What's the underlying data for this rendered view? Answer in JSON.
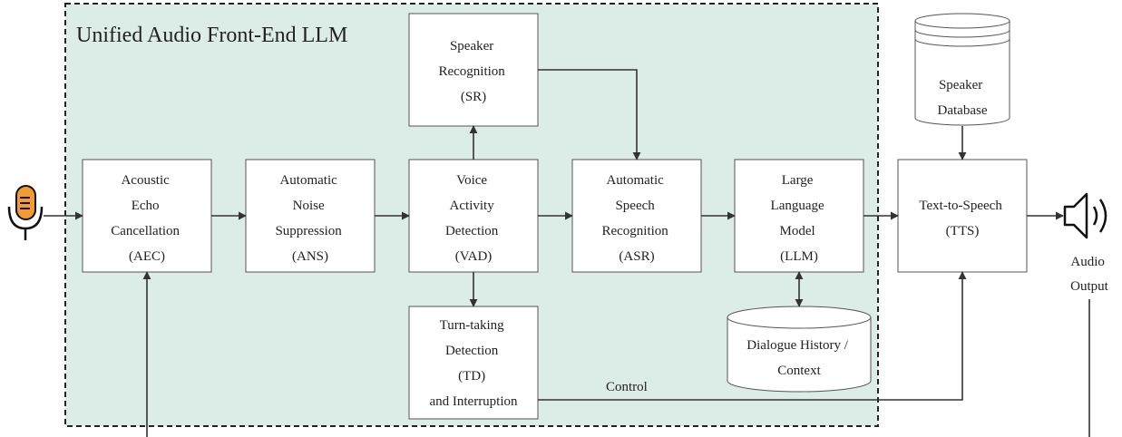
{
  "region": {
    "title": "Unified Audio Front-End LLM",
    "fill_color": "#dcece7"
  },
  "modules": {
    "aec": [
      "Acoustic",
      "Echo",
      "Cancellation",
      "(AEC)"
    ],
    "ans": [
      "Automatic",
      "Noise",
      "Suppression",
      "(ANS)"
    ],
    "vad": [
      "Voice",
      "Activity",
      "Detection",
      "(VAD)"
    ],
    "asr": [
      "Automatic",
      "Speech",
      "Recognition",
      "(ASR)"
    ],
    "llm": [
      "Large",
      "Language",
      "Model",
      "(LLM)"
    ],
    "sr": [
      "Speaker",
      "Recognition",
      "(SR)"
    ],
    "td": [
      "Turn-taking",
      "Detection",
      "(TD)",
      "and Interruption"
    ],
    "tts": [
      "Text-to-Speech",
      "(TTS)"
    ]
  },
  "stores": {
    "speaker_db": [
      "Speaker",
      "Database"
    ],
    "history": [
      "Dialogue History /",
      "Context"
    ]
  },
  "labels": {
    "control": "Control",
    "audio_output": [
      "Audio",
      "Output"
    ]
  },
  "icons": {
    "input": "microphone-icon",
    "output": "speaker-icon",
    "mic_color": "#f29b30"
  }
}
